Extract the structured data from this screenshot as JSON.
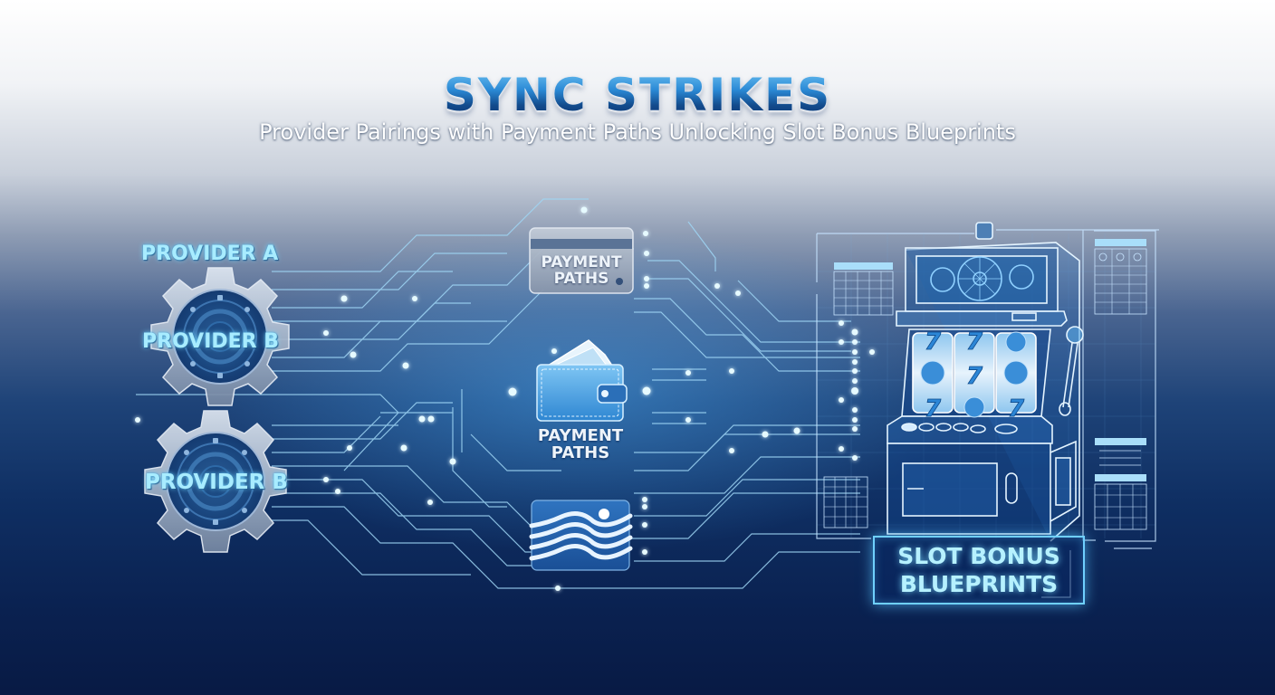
{
  "header": {
    "title": "SYNC STRIKES",
    "subtitle": "Provider Pairings with Payment Paths Unlocking Slot Bonus Blueprints"
  },
  "providers": [
    {
      "label": "PROVIDER A",
      "icon": "gear-icon"
    },
    {
      "label": "PROVIDER B",
      "icon": "gear-icon"
    },
    {
      "label": "PROVIDER B",
      "icon": "gear-icon"
    }
  ],
  "payment_paths": [
    {
      "line1": "PAYMENT",
      "line2": "PATHS",
      "icon": "credit-card-icon"
    },
    {
      "line1": "PAYMENT",
      "line2": "PATHS",
      "icon": "wallet-icon"
    },
    {
      "icon": "bank-transfer-waves-icon"
    }
  ],
  "slot": {
    "line1": "SLOT BONUS",
    "line2": "BLUEPRINTS",
    "icon": "slot-machine-icon",
    "reel_symbols": [
      "7",
      "7",
      "coin",
      "coin",
      "7",
      "coin",
      "7",
      "coin",
      "7"
    ]
  },
  "colors": {
    "glow": "#7fe0ff",
    "circuit": "#9fd6f5",
    "bg_top": "#ffffff",
    "bg_bottom": "#081a44",
    "title_blue": "#1a5fae"
  }
}
